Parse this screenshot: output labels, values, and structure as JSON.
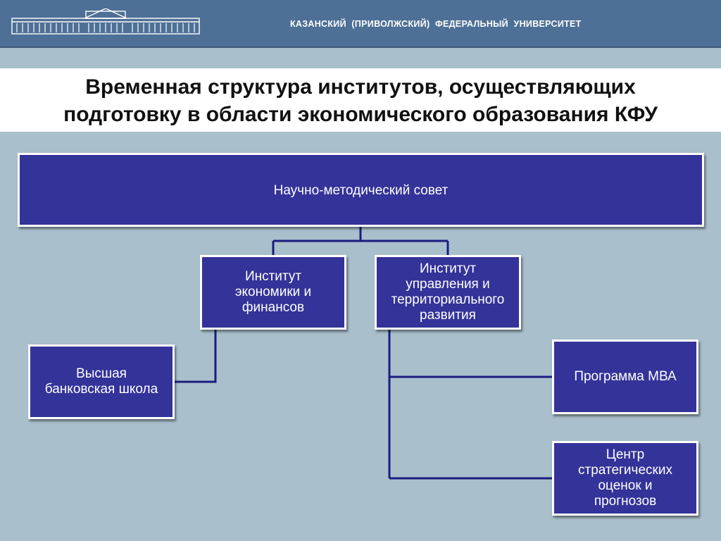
{
  "header": {
    "university_name": "КАЗАНСКИЙ  (ПРИВОЛЖСКИЙ)  ФЕДЕРАЛЬНЫЙ  УНИВЕРСИТЕТ",
    "logo_icon": "university-building-icon"
  },
  "slide": {
    "title": "Временная структура институтов, осуществляющих\nподготовку в области экономического образования КФУ"
  },
  "diagram": {
    "council": "Научно-методический совет",
    "institute_economics": "Институт\nэкономики и\nфинансов",
    "institute_management": "Институт\nуправления и\nтерриториального\nразвития",
    "banking_school": "Высшая\nбанковская школа",
    "mba_program": "Программа МВА",
    "strategic_center": "Центр\nстратегических\nоценок и\nпрогнозов"
  },
  "colors": {
    "header_bg": "#4e7096",
    "page_bg": "#a9bfcb",
    "box_fill": "#333399",
    "connector": "#1c1c80"
  }
}
